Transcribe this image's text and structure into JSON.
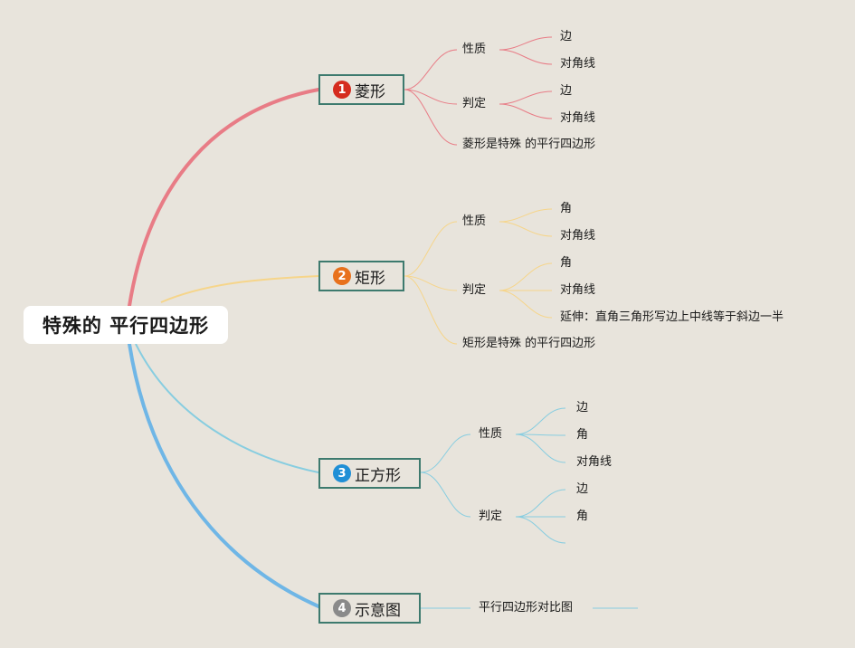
{
  "root": {
    "title": "特殊的 平行四边形"
  },
  "branches": [
    {
      "badge": "1",
      "title": "菱形",
      "groups": [
        {
          "label": "性质",
          "items": [
            "边",
            "对角线"
          ]
        },
        {
          "label": "判定",
          "items": [
            "边",
            "对角线"
          ]
        }
      ],
      "note": "菱形是特殊 的平行四边形"
    },
    {
      "badge": "2",
      "title": "矩形",
      "groups": [
        {
          "label": "性质",
          "items": [
            "角",
            "对角线"
          ]
        },
        {
          "label": "判定",
          "items": [
            "角",
            "对角线",
            "延伸：直角三角形写边上中线等于斜边一半"
          ]
        }
      ],
      "note": "矩形是特殊 的平行四边形"
    },
    {
      "badge": "3",
      "title": "正方形",
      "groups": [
        {
          "label": "性质",
          "items": [
            "边",
            "角",
            "对角线"
          ]
        },
        {
          "label": "判定",
          "items": [
            "边",
            "角",
            ""
          ]
        }
      ]
    },
    {
      "badge": "4",
      "title": "示意图",
      "note": "平行四边形对比图"
    }
  ],
  "colors": {
    "background": "#e8e4dc",
    "topic_border": "#3d7a6e",
    "branch_1": "#e87c86",
    "branch_2": "#f6d58a",
    "branch_3": "#87cde0",
    "branch_4": "#6fb6e6",
    "badge_1": "#d52b1e",
    "badge_2": "#e8711c",
    "badge_3": "#1f8fd6",
    "badge_4": "#8a8a8a"
  }
}
